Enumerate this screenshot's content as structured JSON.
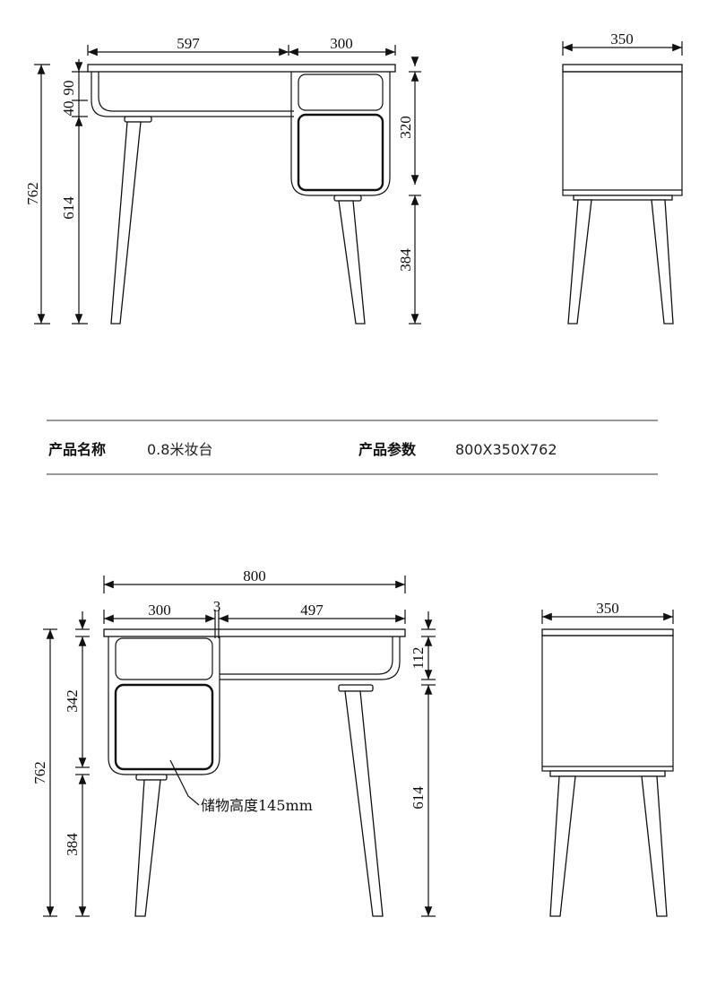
{
  "top_front": {
    "width_left": "597",
    "width_right": "300",
    "height_total": "762",
    "height_top": "90",
    "height_40": "40",
    "height_614": "614",
    "drawer": "320",
    "leg": "384"
  },
  "top_side": {
    "depth": "350"
  },
  "info": {
    "name_label": "产品名称",
    "name_value": "0.8米妆台",
    "spec_label": "产品参数",
    "spec_value": "800X350X762"
  },
  "bottom_front": {
    "width_total": "800",
    "width_left": "300",
    "gap": "3",
    "width_right": "497",
    "height_total": "762",
    "height_342": "342",
    "height_384": "384",
    "height_112": "112",
    "height_614": "614",
    "storage_note": "储物高度145mm"
  },
  "bottom_side": {
    "depth": "350"
  }
}
